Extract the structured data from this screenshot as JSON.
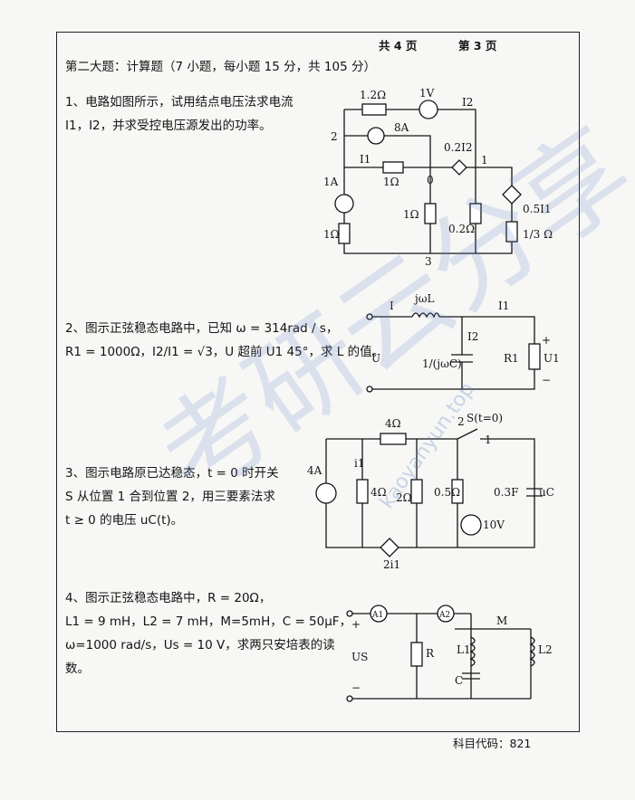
{
  "header": {
    "total_pages": "共  4 页",
    "current_page": "第 3 页"
  },
  "section_title": "第二大题：计算题（7 小题，每小题 15 分，共 105 分）",
  "questions": [
    {
      "line1": "1、电路如图所示，试用结点电压法求电流",
      "line2": "I1，I2，并求受控电压源发出的功率。"
    },
    {
      "line1": "2、图示正弦稳态电路中，已知 ω = 314rad / s，",
      "line2": "R1 = 1000Ω，I2/I1 = √3，U 超前 U1 45°，求 L 的值。"
    },
    {
      "line1": "3、图示电路原已达稳态，t = 0 时开关",
      "line2": "S 从位置 1 合到位置 2，用三要素法求",
      "line3": "t ≥ 0 的电压 uC(t)。"
    },
    {
      "line1": "4、图示正弦稳态电路中，R = 20Ω，",
      "line2": "L1 = 9 mH，L2 = 7 mH，M=5mH，C = 50μF，",
      "line3": "ω=1000 rad/s，Us = 10 V，求两只安培表的读",
      "line4": "数。"
    }
  ],
  "circuit1": {
    "r_top": "1.2Ω",
    "v_top": "1V",
    "i2": "I2",
    "node2": "2",
    "cs8": "8A",
    "i1": "I1",
    "r_mid": "1Ω",
    "node0": "0",
    "dep_v": "0.2I2",
    "node1": "1",
    "cs1": "1A",
    "r_left": "1Ω",
    "r_mid2": "1Ω",
    "r_02": "0.2Ω",
    "dep_i": "0.5I1",
    "r_third": "1/3 Ω",
    "node3": "3"
  },
  "circuit2": {
    "i": "I",
    "l": "jωL",
    "i1": "I1",
    "i2": "I2",
    "c": "1/(jωC)",
    "r1": "R1",
    "u": "U",
    "u1": "U1",
    "plus": "+",
    "minus": "−"
  },
  "circuit3": {
    "r_top": "4Ω",
    "switch": "S(t=0)",
    "pos1": "1",
    "pos2": "2",
    "cs": "4A",
    "i1": "i1",
    "r4": "4Ω",
    "r2": "2Ω",
    "r05": "0.5Ω",
    "cap": "0.3F",
    "uc": "uC",
    "v10": "10V",
    "dep": "2i1"
  },
  "circuit4": {
    "a1": "A1",
    "a2": "A2",
    "m": "M",
    "r": "R",
    "l1": "L1",
    "l2": "L2",
    "c": "C",
    "us": "US",
    "plus": "+",
    "minus": "−"
  },
  "watermark": "考研云分享",
  "watermark_url": "kaoyanyun.top",
  "footer": "科目代码：821"
}
